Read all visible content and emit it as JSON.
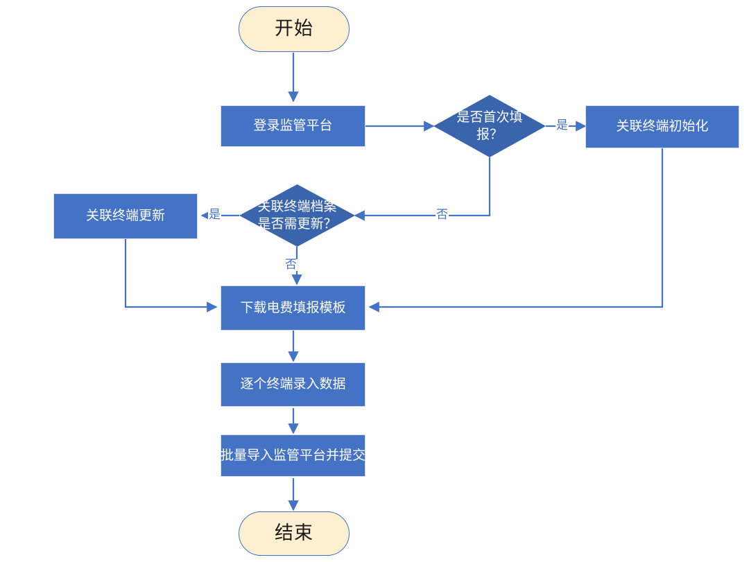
{
  "diagram": {
    "type": "flowchart",
    "title": "",
    "orientation": "top-to-bottom",
    "colors": {
      "process_fill": "#4472C4",
      "decision_fill": "#3A65AD",
      "terminal_fill": "#FDF0D0",
      "terminal_border": "#4472C4",
      "connector": "#4472C4",
      "process_text": "#FFFFFF",
      "terminal_text": "#1A1A1A",
      "label_text": "#4472C4"
    },
    "nodes": [
      {
        "id": "start",
        "shape": "terminal",
        "label": "开始"
      },
      {
        "id": "login",
        "shape": "process",
        "label": "登录监管平台"
      },
      {
        "id": "first_q",
        "shape": "decision",
        "label": "是否首次填\n报？"
      },
      {
        "id": "init",
        "shape": "process",
        "label": "关联终端初始化"
      },
      {
        "id": "update_q",
        "shape": "decision",
        "label": "关联终端档案\n是否需更新？"
      },
      {
        "id": "update",
        "shape": "process",
        "label": "关联终端更新"
      },
      {
        "id": "download",
        "shape": "process",
        "label": "下载电费填报模板"
      },
      {
        "id": "entry",
        "shape": "process",
        "label": "逐个终端录入数据"
      },
      {
        "id": "submit",
        "shape": "process",
        "label": "批量导入监管平台并提交"
      },
      {
        "id": "end",
        "shape": "terminal",
        "label": "结束"
      }
    ],
    "edges": [
      {
        "from": "start",
        "to": "login",
        "label": ""
      },
      {
        "from": "login",
        "to": "first_q",
        "label": ""
      },
      {
        "from": "first_q",
        "to": "init",
        "label": "是"
      },
      {
        "from": "first_q",
        "to": "update_q",
        "label": "否"
      },
      {
        "from": "update_q",
        "to": "update",
        "label": "是"
      },
      {
        "from": "update_q",
        "to": "download",
        "label": "否"
      },
      {
        "from": "update",
        "to": "download",
        "label": ""
      },
      {
        "from": "init",
        "to": "download",
        "label": ""
      },
      {
        "from": "download",
        "to": "entry",
        "label": ""
      },
      {
        "from": "entry",
        "to": "submit",
        "label": ""
      },
      {
        "from": "submit",
        "to": "end",
        "label": ""
      }
    ],
    "edge_labels": {
      "first_yes": "是",
      "first_no": "否",
      "update_yes": "是",
      "update_no": "否"
    }
  }
}
